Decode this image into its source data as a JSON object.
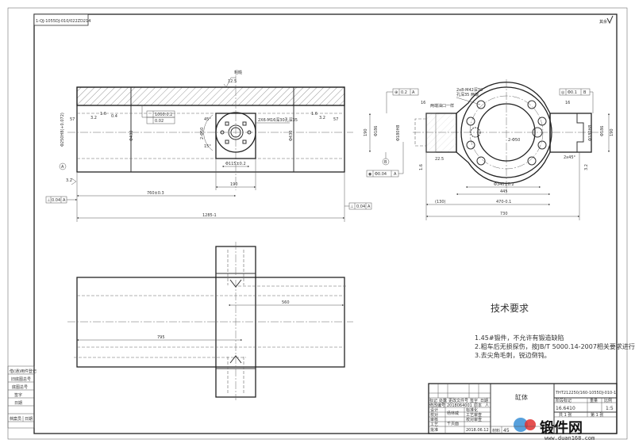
{
  "drawing_number_tag": "1-QJ-1055DJ-010/022ZD214",
  "roughness_corner": "其余",
  "top_view": {
    "roughness_top": "12.5",
    "roughness_top_note": "粗糙",
    "flatness": "1000:0.2",
    "roundness": "0.02",
    "thread_note": "2X6-M16深30孔深35",
    "dia_left": "Φ250H8(+0.072)",
    "dia_bore_left": "Φ430",
    "dia_bore_right": "Φ430",
    "len_57_left": "57",
    "len_57_right": "57",
    "angle_45": "45°",
    "angle_15": "15°",
    "dia_2x50": "2-Φ50",
    "dia_115": "Φ115±0.2",
    "dim_190": "190",
    "dim_760": "760±0.3",
    "dim_1285": "1285-1",
    "ra_32a": "3.2",
    "ra_16a": "1.6",
    "ra_08": "0.4",
    "ra_32b": "3.2",
    "ra_16b": "1.6",
    "datum_a": "A",
    "perp_tol": "0.04",
    "perp_datum": "A",
    "perp_tol_right": "0.04",
    "perp_datum_right": "A",
    "ra_left": "3.2"
  },
  "side_view": {
    "position_tol": "0.2",
    "position_datum": "A",
    "concentric_tol": "Φ0.1",
    "concentric_datum": "B",
    "runout_tol": "Φ0.04",
    "runout_datum": "A",
    "thread_note": "2x8-M42深30",
    "thread_note2": "孔深35 两端",
    "oil_note": "两端油口一样",
    "ra_16_left": "16",
    "ra_16_right": "16",
    "dim_190": "190",
    "dim_186": "Φ186",
    "dim_180": "Φ180H8",
    "dim_180_right": "Φ180H8",
    "dim_186_right": "Φ186",
    "dim_190_right": "190",
    "dim_2x50": "2-Φ50",
    "dim_22_5": "22.5",
    "dim_340": "Φ340±0.2",
    "dim_445": "445",
    "dim_470": "470-0.1",
    "dim_130": "(130)",
    "dim_730": "730",
    "chamfer": "2x45°",
    "datum_b": "B",
    "ra_32": "3.2",
    "ra_16v": "1.6"
  },
  "front_view": {
    "dim_560": "560",
    "dim_795": "795"
  },
  "tech_requirements": {
    "title": "技术要求",
    "items": [
      "1.45#锻件，不允许有锻造缺陷",
      "2.粗车后无损探伤，按JB/T 5000.14-2007相关要求进行；",
      "3.去尖角毛刺，锐边倒钝。"
    ]
  },
  "title_block": {
    "part_name": "缸体",
    "drawing_number": "THT212250/160-1055DJ-010-1",
    "stage_header": [
      "阶段标记",
      "重量",
      "比例"
    ],
    "weight": "16.6410",
    "scale": "1:5",
    "sheet_info": [
      "共 1 张",
      "第 1 张"
    ],
    "row_labels": [
      "标记",
      "处数",
      "更改文件号",
      "签字",
      "日期"
    ],
    "change_row": [
      "修改编号",
      "2018064001",
      "原本",
      "人"
    ],
    "design_label": "设计",
    "designer": "杨林威",
    "check_label": "校对",
    "review_label": "审核",
    "process_label": "工艺",
    "approve_label": "批准",
    "std_label": "标准化",
    "date_value": "2018.06.12",
    "material_label": "材料",
    "material_value": "45",
    "std_check": "工艺审查",
    "check_dept": "校对审查",
    "stamp": "千页面"
  },
  "side_strip": {
    "labels": [
      "借(通)用件登记",
      "旧底图总号",
      "底图总号",
      "签字",
      "日期",
      "档案员",
      "日期"
    ]
  },
  "watermark": {
    "brand": "锻件网",
    "url": "www.duan168.com"
  }
}
